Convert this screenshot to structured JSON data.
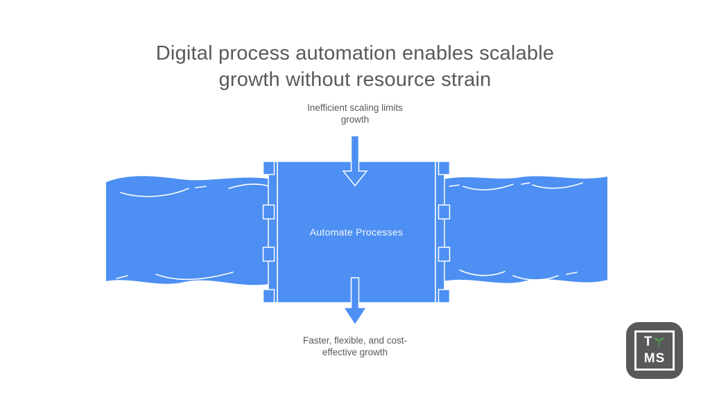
{
  "colors": {
    "page_bg": "#ffffff",
    "blue": "#4d8ff2",
    "outline_white": "#ffffff",
    "text_gray": "#58595b",
    "logo_gray": "#58595b",
    "sprout_green": "#4e9b4e"
  },
  "title": {
    "lines": [
      "Digital process automation enables scalable",
      "growth without resource strain"
    ]
  },
  "diagram": {
    "top_label": {
      "lines": [
        "Inefficient scaling limits",
        "growth"
      ]
    },
    "box_label": "Automate Processes",
    "bottom_label": {
      "lines": [
        "Faster, flexible, and cost-",
        "effective growth"
      ]
    },
    "icons": {
      "top_arrow": "arrow-down-icon",
      "bottom_arrow": "arrow-down-icon",
      "water_left": "water-flow-shape",
      "water_right": "water-flow-shape",
      "gate_left": "lock-gate-shape",
      "gate_right": "lock-gate-shape"
    }
  },
  "logo": {
    "line1": "T",
    "line2": "MS",
    "icon": "sprout-icon"
  }
}
